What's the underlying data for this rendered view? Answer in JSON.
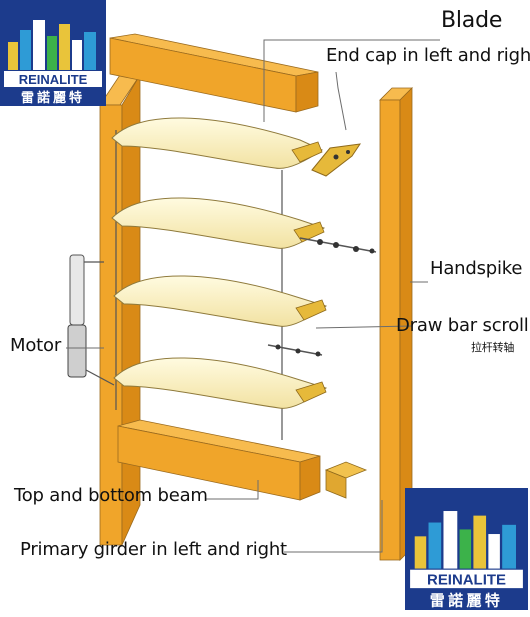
{
  "labels": {
    "blade": "Blade",
    "end_cap": "End cap in left and right",
    "handspike": "Handspike",
    "draw_bar_scroll": "Draw bar scroll",
    "draw_bar_scroll_cn": "拉杆转轴",
    "motor": "Motor",
    "top_bottom_beam": "Top and bottom beam",
    "primary_girder": "Primary girder in left and right"
  },
  "logo": {
    "name": "REINALITE",
    "chinese": "雷諾麗特"
  },
  "colors": {
    "frame": "#f0a52a",
    "frame_dark": "#d98a16",
    "blade": "#fbf3c4",
    "blade_edge": "#caa756",
    "cap": "#e6b93a",
    "leader": "#6d6d6d",
    "logo_bg": "#1c3b8c"
  }
}
